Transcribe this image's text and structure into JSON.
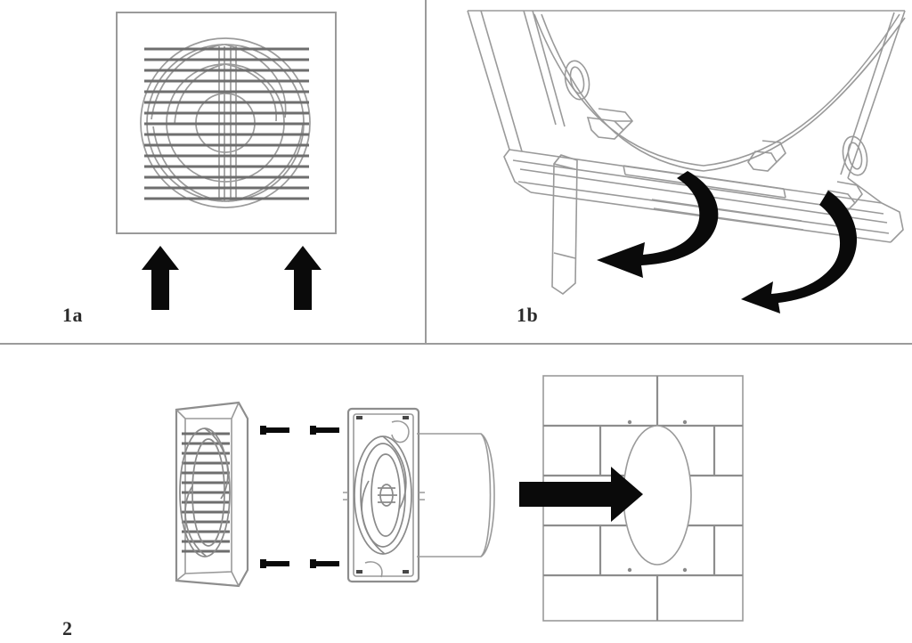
{
  "document": {
    "type": "installation-instruction-diagram",
    "subject": "Wall-mounted extractor ventilation fan installation",
    "background_color": "#ffffff",
    "line_color": "#9a9a9a",
    "accent_color": "#0a0a0a"
  },
  "panels": [
    {
      "id": "1a",
      "label": "1a",
      "label_position": "bottom-left",
      "title": "Front grille cover with airflow direction",
      "contents": {
        "grille_box": {
          "name": "square-grille-faceplate",
          "louvre_slat_count": 15,
          "concentric_circles": 4,
          "description": "Square fan faceplate with horizontal louvre slats and fan impeller visible behind"
        },
        "arrows": {
          "name": "airflow-arrows",
          "count": 2,
          "direction": "up",
          "color": "#0a0a0a"
        }
      }
    },
    {
      "id": "1b",
      "label": "1b",
      "label_position": "bottom-left",
      "title": "Detaching the front cover from the retaining clips",
      "contents": {
        "cover": {
          "name": "tilted-front-cover",
          "description": "Front cover tilted forward showing the internal lip, screw eyelets and snap latches along the bottom edge"
        },
        "latches": {
          "name": "snap-latch-clips",
          "count": 3
        },
        "eyelets": {
          "name": "screw-eyelets",
          "count": 2
        },
        "arrows": {
          "name": "cover-release-arrows",
          "count": 2,
          "direction": "curved-down-outward",
          "color": "#0a0a0a"
        }
      }
    },
    {
      "id": "2",
      "label": "2",
      "label_position": "bottom-left",
      "title": "Exploded assembly of fan body into the wall aperture",
      "contents": {
        "front_cover": {
          "name": "grille-cover-side-view",
          "description": "Perspective side view of the louvred grille cover"
        },
        "fasteners": {
          "name": "mounting-screws",
          "count": 4,
          "arrangement": "two columns of two",
          "direction": "pointing-right"
        },
        "fan_body": {
          "name": "fan-body-housing",
          "description": "Rectangular fan housing with oval motor mount and spigot"
        },
        "duct": {
          "name": "duct-spigot",
          "description": "Cylindrical duct spigot extending from the rear of the fan body"
        },
        "wall": {
          "name": "brick-wall-section",
          "pattern": "running-bond-brickwork",
          "brick_courses": 5,
          "aperture": {
            "name": "wall-aperture",
            "shape": "ellipse"
          }
        },
        "insert_arrow": {
          "name": "wall-insertion-arrow",
          "direction": "right",
          "color": "#0a0a0a"
        }
      }
    }
  ],
  "dividers": [
    {
      "name": "vertical-divider",
      "orientation": "vertical"
    },
    {
      "name": "horizontal-divider",
      "orientation": "horizontal"
    }
  ]
}
